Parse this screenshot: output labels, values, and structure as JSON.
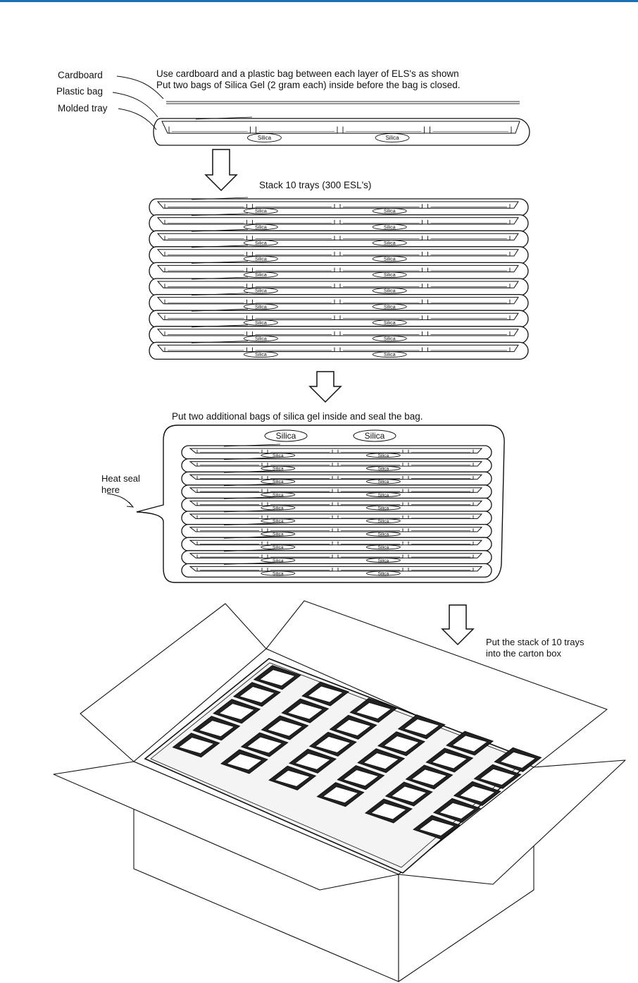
{
  "header_bar_color": "#1a6fb5",
  "labels": {
    "cardboard": "Cardboard",
    "plastic_bag": "Plastic bag",
    "molded_tray": "Molded tray",
    "intro_line1": "Use cardboard and a plastic bag between each layer of ELS's as shown",
    "intro_line2": "Put two bags of Silica Gel (2 gram each) inside before the bag is closed.",
    "silica": "Silica",
    "stack_caption": "Stack 10 trays (300 ESL's)",
    "bag_caption": "Put two additional bags of silica gel inside and seal the bag.",
    "heat_seal_line1": "Heat seal",
    "heat_seal_line2": "here",
    "box_caption_line1": "Put the stack of 10 trays",
    "box_caption_line2": "into the carton box"
  },
  "tray_stack_count": 10,
  "box_tray_grid": {
    "rows": 5,
    "cols": 6
  }
}
